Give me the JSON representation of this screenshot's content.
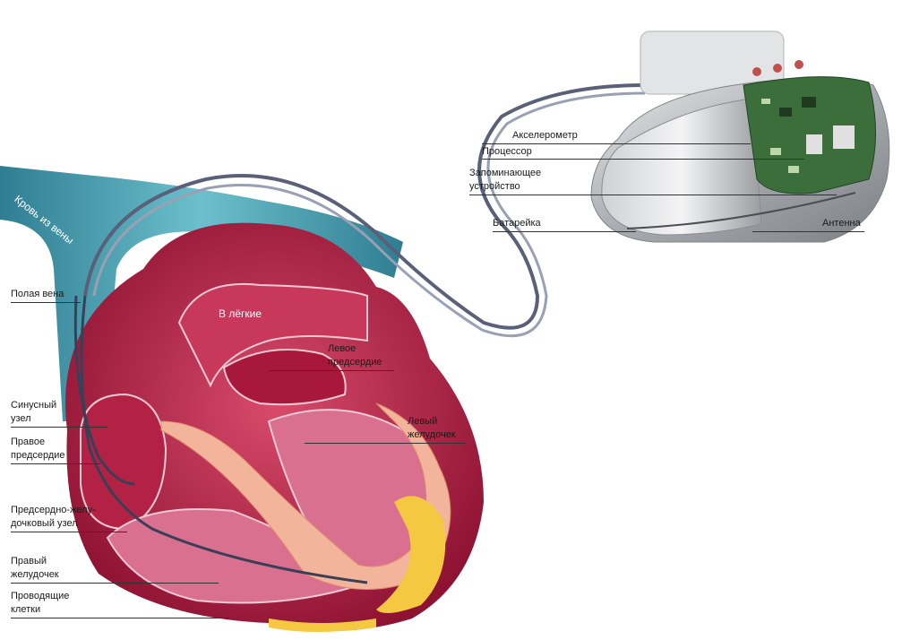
{
  "labels": {
    "blood_from_vein": "Кровь из вены",
    "vena_cava": "Полая вена",
    "to_lungs": "В лёгкие",
    "left_atrium": [
      "Левое",
      "предсердие"
    ],
    "left_ventricle": [
      "Левый",
      "желудочек"
    ],
    "sinus_node": [
      "Синусный",
      "узел"
    ],
    "right_atrium": [
      "Правое",
      "предсердие"
    ],
    "av_node": [
      "Предсердно-желу-",
      "дочковый узел"
    ],
    "right_ventricle": [
      "Правый",
      "желудочек"
    ],
    "conducting_cells": [
      "Проводящие",
      "клетки"
    ],
    "accelerometer": "Акселерометр",
    "processor": "Процессор",
    "memory": [
      "Запоминающее",
      "устройство"
    ],
    "battery": "Батарейка",
    "antenna": "Антенна"
  },
  "colors": {
    "vein": "#3b8fa4",
    "vein_light": "#8fd3dc",
    "heart_dark": "#9c1838",
    "heart_mid": "#c42a4c",
    "heart_inner": "#d97090",
    "muscle": "#f2b49a",
    "fat": "#f5c842",
    "device_metal": "#b9bcc0",
    "circuit": "#2f6b2f"
  }
}
